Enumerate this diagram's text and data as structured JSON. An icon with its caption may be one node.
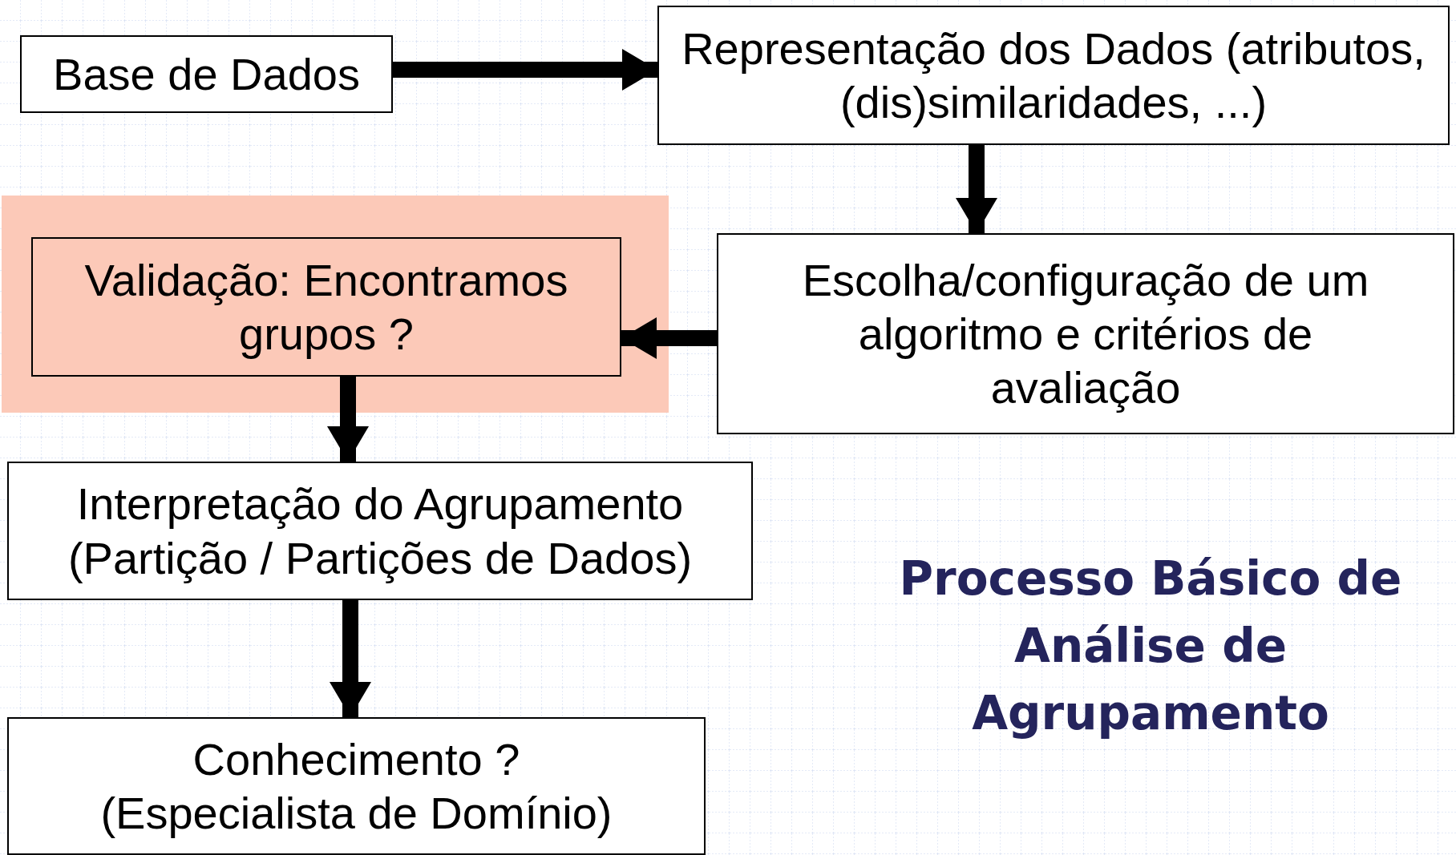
{
  "diagram": {
    "title": "Processo Básico de Análise de Agrupamento",
    "nodes": [
      {
        "text": [
          "Base de Dados"
        ]
      },
      {
        "text": [
          "Representação dos Dados (atributos, (dis)similaridades, ...)"
        ]
      },
      {
        "text": [
          "Escolha/configuração de um algoritmo e critérios de avaliação"
        ]
      },
      {
        "text": [
          "Validação: Encontramos grupos ?"
        ]
      },
      {
        "text": [
          "Interpretação do Agrupamento (Partição / Partições de Dados)"
        ]
      },
      {
        "text": [
          "Conhecimento ? (Especialista de Domínio)"
        ]
      }
    ],
    "edges": [
      {
        "from": 0,
        "to": 1,
        "arrow": "to"
      },
      {
        "from": 1,
        "to": 2,
        "arrow": "to"
      },
      {
        "from": 2,
        "to": 3,
        "arrow": "to"
      },
      {
        "from": 3,
        "to": 4,
        "arrow": "to"
      },
      {
        "from": 4,
        "to": 5,
        "arrow": "to"
      }
    ]
  }
}
